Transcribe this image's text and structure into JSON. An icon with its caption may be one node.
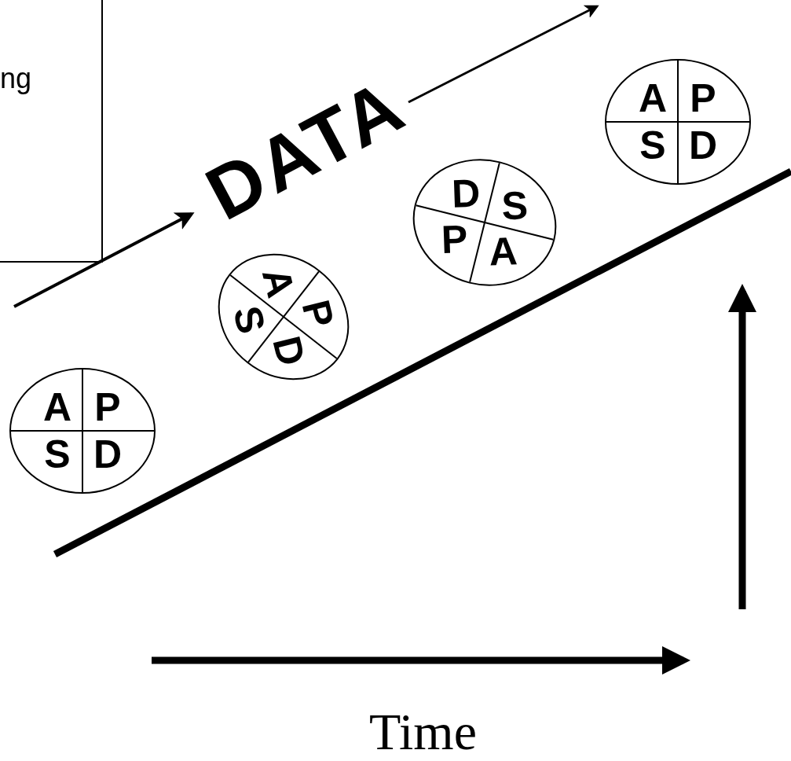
{
  "diagram": {
    "nodes": [
      {
        "text": [
          "ng"
        ]
      },
      {
        "text": [
          "A",
          "P",
          "S",
          "D"
        ]
      },
      {
        "text": [
          "A",
          "P",
          "S",
          "D"
        ]
      },
      {
        "text": [
          "D",
          "S",
          "P",
          "A"
        ]
      },
      {
        "text": [
          "A",
          "P",
          "S",
          "D"
        ]
      }
    ],
    "labels": [
      "DATA",
      "Time"
    ]
  }
}
